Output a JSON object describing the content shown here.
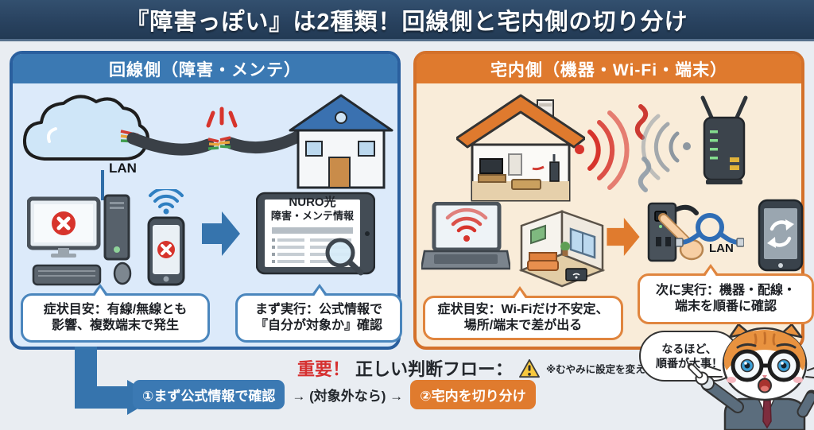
{
  "header": {
    "title": "『障害っぽい』は2種類！回線側と宅内側の切り分け"
  },
  "colors": {
    "header_bg": "#28415e",
    "page_bg": "#e9edf2",
    "left_border": "#2a5f9e",
    "left_header": "#3b79b3",
    "left_bg": "#dceafa",
    "right_border": "#d4712a",
    "right_header": "#df7a2e",
    "right_bg": "#f9ecd9",
    "blue_accent": "#3674ad",
    "orange_accent": "#e07b2e",
    "important_red": "#d63030",
    "error_red": "#d7342c",
    "warning_yellow": "#f7c83d"
  },
  "left_panel": {
    "title": "回線側（障害・メンテ）",
    "lan_label": "LAN",
    "tablet_heading": "NURO光",
    "tablet_subheading": "障害・メンテ情報",
    "bubble_symptom": "症状目安：有線/無線とも\n影響、複数端末で発生",
    "bubble_action": "まず実行：公式情報で\n『自分が対象か』確認"
  },
  "right_panel": {
    "title": "宅内側（機器・Wi-Fi・端末）",
    "lan_label": "LAN",
    "bubble_symptom": "症状目安：Wi-Fiだけ不安定、\n場所/端末で差が出る",
    "bubble_action": "次に実行：機器・配線・\n端末を順番に確認"
  },
  "footer": {
    "important": "重要！",
    "flow_title": "正しい判断フロー：",
    "warning_note": "※むやみに設定を変えない！",
    "step1": "①まず公式情報で確認",
    "connector": "→ (対象外なら) →",
    "step2": "②宅内を切り分け"
  },
  "mascot": {
    "speech": "なるほど、\n順番が大事！"
  },
  "icons": {
    "cloud": "internet-cloud",
    "broken_cable": "severed-fiber-cable",
    "house": "house-blue-roof",
    "desktop_error": "desktop-pc-error-x",
    "phone_error": "smartphone-error-x",
    "block_arrow": "block-arrow-right",
    "tablet_info": "tablet-status-page-with-magnifier",
    "home_cutaway": "home-interior-cutaway",
    "wifi_interference": "wifi-interference-waves",
    "router": "wifi-router",
    "laptop_weak_wifi": "laptop-weak-wifi",
    "room": "room-interior-cutaway",
    "onu_restart": "onu-power-button-press",
    "lan_cable": "lan-cable-coil",
    "phone_restart": "smartphone-restart",
    "warning": "warning-triangle",
    "mascot": "cat-mascot-suit-glasses"
  }
}
